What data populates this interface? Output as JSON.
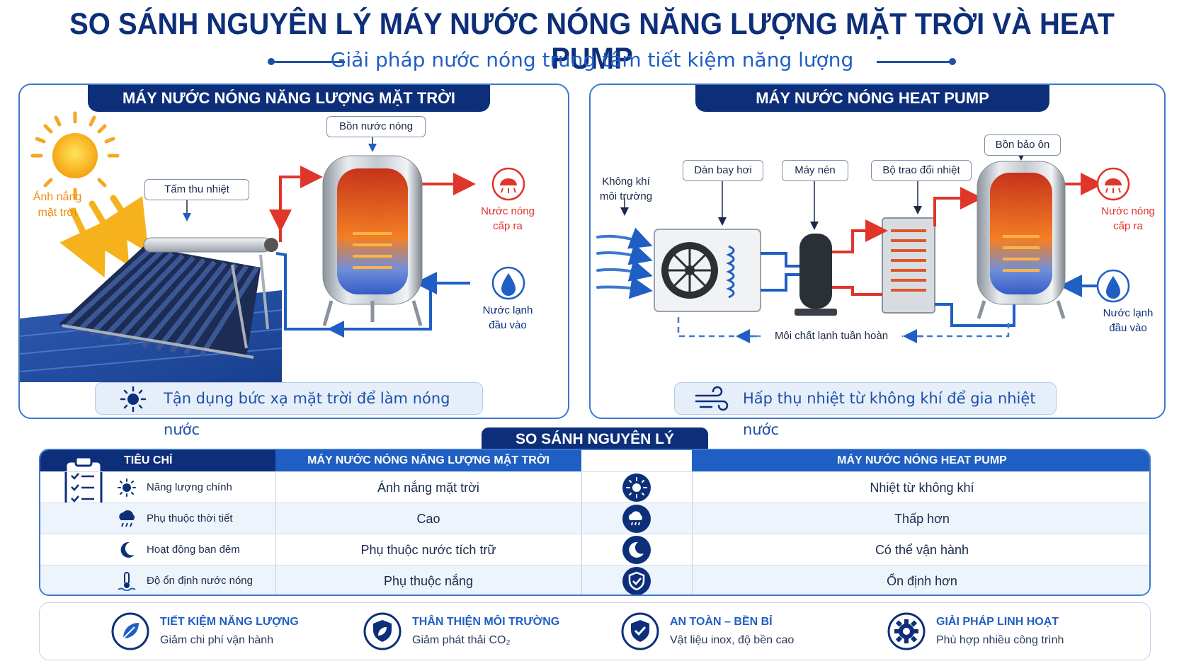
{
  "header": {
    "title": "SO SÁNH NGUYÊN LÝ MÁY NƯỚC NÓNG NĂNG LƯỢNG MẶT TRỜI VÀ HEAT PUMP",
    "subtitle": "Giải pháp nước nóng trung tâm tiết kiệm năng lượng"
  },
  "solar_panel": {
    "heading": "MÁY NƯỚC NÓNG NĂNG LƯỢNG MẶT TRỜI",
    "sunlight_line1": "Ánh nắng",
    "sunlight_line2": "mặt trời",
    "collector_label": "Tấm thu nhiệt",
    "tank_label": "Bồn nước nóng",
    "hot_out_line1": "Nước nóng",
    "hot_out_line2": "cấp ra",
    "cold_in_line1": "Nước lạnh",
    "cold_in_line2": "đầu vào",
    "banner": "Tận dụng bức xạ mặt trời để làm nóng nước"
  },
  "heatpump_panel": {
    "heading": "MÁY NƯỚC NÓNG HEAT PUMP",
    "air_line1": "Không khí",
    "air_line2": "môi trường",
    "evaporator_label": "Dàn bay hơi",
    "compressor_label": "Máy nén",
    "exchanger_label": "Bộ trao đổi nhiệt",
    "tank_label": "Bồn bảo ôn",
    "hot_out_line1": "Nước nóng",
    "hot_out_line2": "cấp ra",
    "cold_in_line1": "Nước lạnh",
    "cold_in_line2": "đầu vào",
    "refrigerant_label": "Môi chất lạnh tuần hoàn",
    "banner": "Hấp thụ nhiệt từ không khí để gia nhiệt nước"
  },
  "comparison": {
    "section_title": "SO SÁNH NGUYÊN LÝ",
    "col_criteria": "TIÊU CHÍ",
    "col_solar": "MÁY NƯỚC NÓNG NĂNG LƯỢNG MẶT TRỜI",
    "col_heatpump": "MÁY NƯỚC NÓNG HEAT PUMP",
    "rows": [
      {
        "criteria": "Năng lượng chính",
        "solar": "Ánh nắng mặt trời",
        "heatpump": "Nhiệt từ không khí",
        "icon": "sun-icon"
      },
      {
        "criteria": "Phụ thuộc thời tiết",
        "solar": "Cao",
        "heatpump": "Thấp hơn",
        "icon": "cloud-rain-icon"
      },
      {
        "criteria": "Hoạt động ban đêm",
        "solar": "Phụ thuộc nước tích trữ",
        "heatpump": "Có thể vận hành",
        "icon": "moon-icon"
      },
      {
        "criteria": "Độ ổn định nước nóng",
        "solar": "Phụ thuộc nắng",
        "heatpump": "Ổn định hơn",
        "icon": "shield-icon"
      }
    ]
  },
  "benefits": [
    {
      "title": "TIẾT KIỆM NĂNG LƯỢNG",
      "desc": "Giảm chi phí vận hành",
      "icon": "leaf-icon"
    },
    {
      "title": "THÂN THIỆN MÔI TRƯỜNG",
      "desc": "Giảm phát thải CO₂",
      "icon": "shield-leaf-icon"
    },
    {
      "title": "AN TOÀN – BỀN BỈ",
      "desc": "Vật liệu inox, độ bền cao",
      "icon": "shield-check-icon"
    },
    {
      "title": "GIẢI PHÁP LINH HOẠT",
      "desc": "Phù hợp nhiều công trình",
      "icon": "gear-icon"
    }
  ],
  "colors": {
    "navy": "#0d2f7a",
    "accent_blue": "#1f5fc4",
    "hot_red": "#e0352a",
    "sun_orange": "#f5a623"
  }
}
